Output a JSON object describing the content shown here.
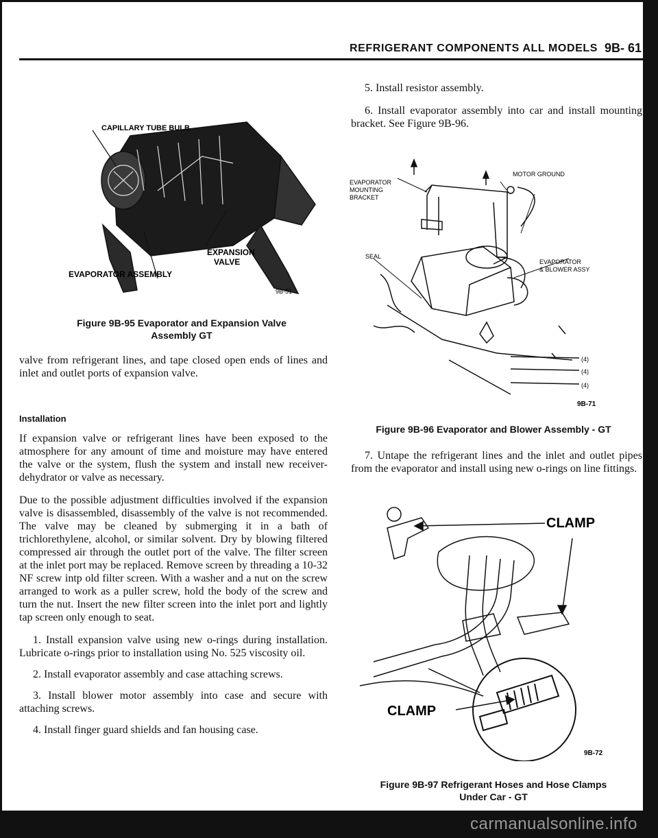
{
  "header": {
    "title": "REFRIGERANT COMPONENTS ALL MODELS",
    "page": "9B- 61"
  },
  "left": {
    "figure_95": {
      "labels": {
        "capillary": "CAPILLARY TUBE BULB",
        "expansion": "EXPANSION",
        "valve": "VALVE",
        "evaporator": "EVAPORATOR ASSEMBLY",
        "code": "9B-51"
      },
      "caption_line1": "Figure 9B-95 Evaporator and Expansion Valve",
      "caption_line2": "Assembly GT"
    },
    "para_intro": "valve from refrigerant lines, and tape closed open ends of lines and inlet and outlet ports of expansion valve.",
    "heading": "Installation",
    "para_1": "If expansion valve or refrigerant lines have been exposed to the atmosphere for any amount of time and moisture may have entered the valve or the system, flush the system and install new receiver-dehydrator or valve as necessary.",
    "para_2": "Due to the possible adjustment difficulties involved if the expansion valve is disassembled, disassembly of the valve is not recommended. The valve may be cleaned by submerging it in a bath of trichlorethylene, alcohol, or similar solvent. Dry by blowing filtered compressed air through the outlet port of the valve. The filter screen at the inlet port may be replaced. Remove screen by threading a 10-32 NF screw intp old filter screen. With a washer and a nut on the screw arranged to work as a puller screw, hold the body of the screw and turn the nut. Insert the new filter screen into the inlet port and lightly tap screen only enough to seat.",
    "steps": [
      "1. Install expansion valve using new o-rings during installation. Lubricate o-rings prior to installation using No. 525 viscosity oil.",
      "2. Install evaporator assembly and case attaching screws.",
      "3. Install blower motor assembly into case and secure with attaching screws.",
      "4. Install finger guard shields and fan housing case."
    ]
  },
  "right": {
    "steps_top": [
      "5. Install resistor assembly.",
      "6. Install evaporator assembly into car and install mounting bracket. See Figure 9B-96."
    ],
    "figure_96": {
      "labels": {
        "mount1": "EVAPORATOR",
        "mount2": "MOUNTING",
        "mount3": "BRACKET",
        "motor": "MOTOR GROUND",
        "seal": "SEAL",
        "evap1": "EVAPORATOR",
        "evap2": "& BLOWER ASSY",
        "n1": "(4)",
        "n2": "(4)",
        "n3": "(4)",
        "code": "9B-71"
      },
      "caption": "Figure 9B-96 Evaporator and Blower Assembly - GT"
    },
    "step_7": "7. Untape the refrigerant lines and the inlet and outlet pipes from the evaporator and install using new o-rings on line fittings.",
    "figure_97": {
      "labels": {
        "clamp_top": "CLAMP",
        "clamp_bottom": "CLAMP",
        "code": "9B-72"
      },
      "caption_line1": "Figure 9B-97 Refrigerant Hoses and Hose Clamps",
      "caption_line2": "Under Car - GT"
    }
  },
  "footer": {
    "watermark": "carmanualsonline.info"
  }
}
